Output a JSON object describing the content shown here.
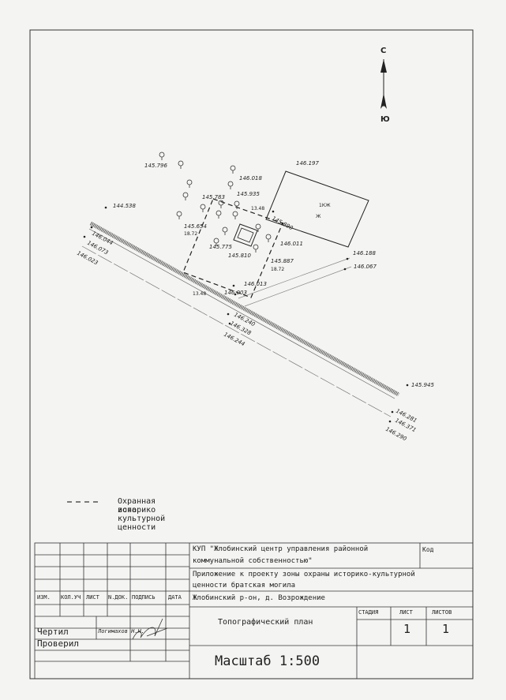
{
  "north_arrow": {
    "north": "С",
    "south": "Ю"
  },
  "elevations": [
    "145.796",
    "146.018",
    "146.197",
    "145.783",
    "145.935",
    "144.538",
    "13.48",
    "145.890",
    "145.654",
    "18.72",
    "146.011",
    "146.044",
    "146.073",
    "145.775",
    "145.810",
    "146.188",
    "145.887",
    "18.72",
    "146.067",
    "146.023",
    "146.013",
    "146.003",
    "13.48",
    "146.240",
    "146.328",
    "146.244",
    "145.945",
    "146.281",
    "146.371",
    "146.290"
  ],
  "legend": {
    "dash": "- - -",
    "text": [
      "Охранная зона",
      "историко",
      "культурной",
      "ценности"
    ]
  },
  "title_block": {
    "org": [
      "КУП \"Жлобинский центр управления районной",
      "коммунальной собственностью\""
    ],
    "code_label": "Код",
    "project": [
      "Приложение к проекту зоны охраны историко-культурной",
      "ценности братская могила"
    ],
    "location": "Жлобинский р-он, д. Возрождение",
    "headers": [
      "ИЗМ.",
      "КОЛ.УЧ",
      "ЛИСТ",
      "N.ДОК.",
      "ПОДПИСЬ",
      "ДАТА"
    ],
    "stage_label": "СТАДИЯ",
    "sheet_label": "ЛИСТ",
    "sheets_label": "ЛИСТОВ",
    "sheet_value": "1",
    "sheets_value": "1",
    "plan_title": "Топографический план",
    "drew_label": "Чертил",
    "drew_name": "Логимахов Н.Н.",
    "checked_label": "Проверил",
    "scale": "Масштаб 1:500"
  }
}
